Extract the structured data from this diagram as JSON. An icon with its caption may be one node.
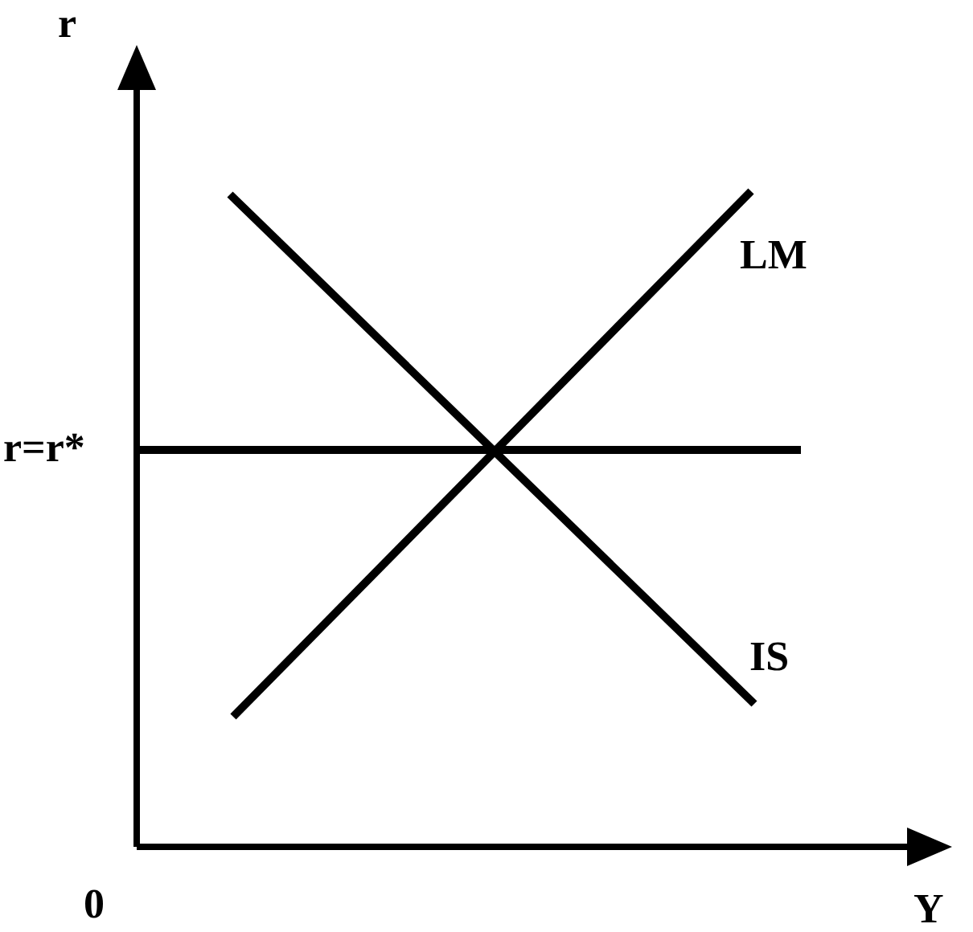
{
  "diagram": {
    "labels": [
      "r",
      "LM",
      "r=r*",
      "IS",
      "0",
      "Y"
    ]
  }
}
